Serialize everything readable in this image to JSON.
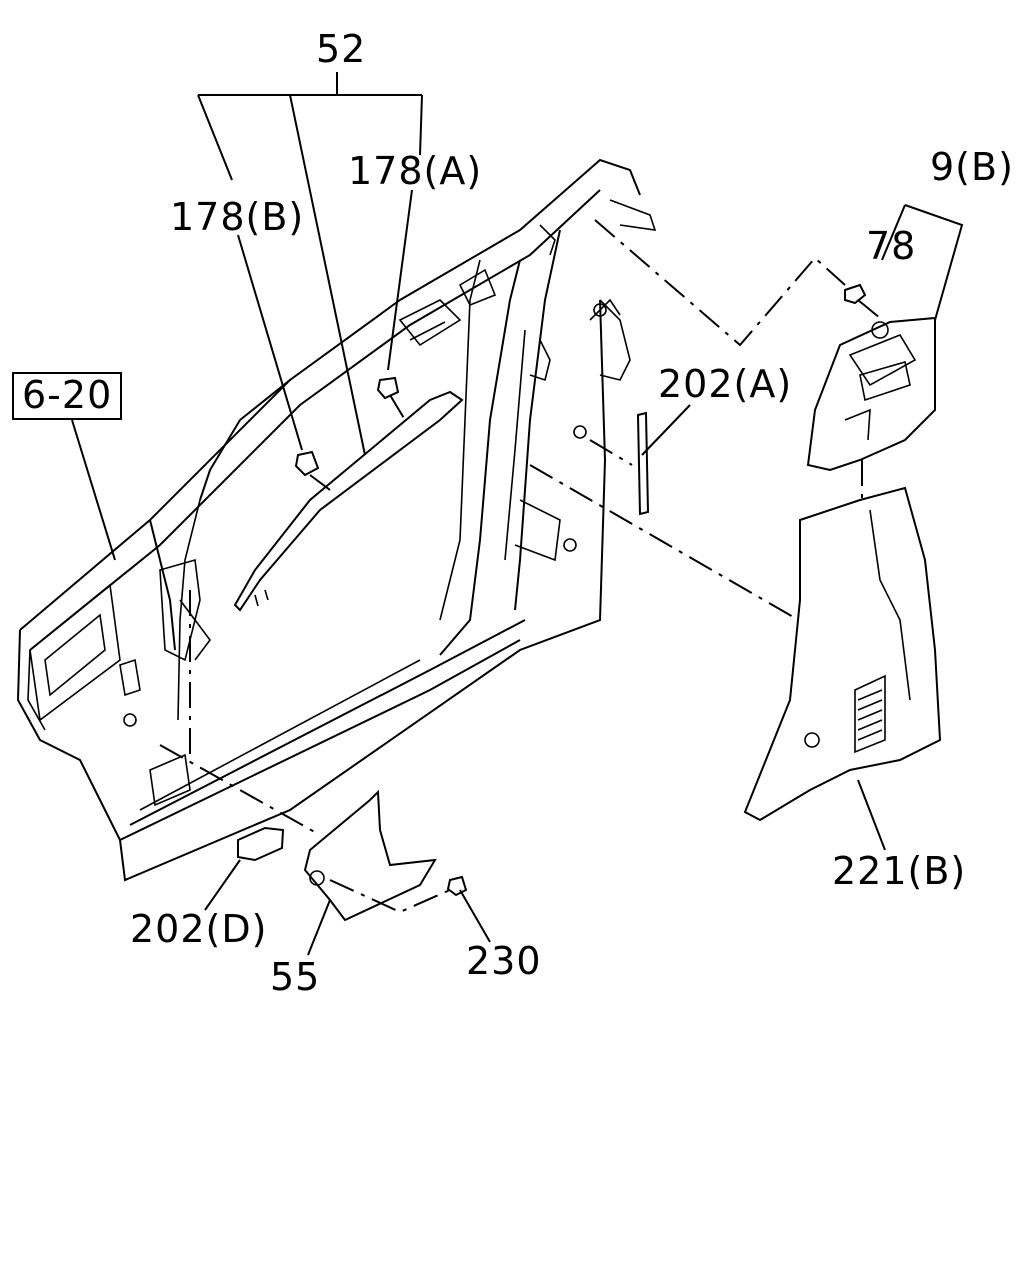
{
  "labels": {
    "p52": "52",
    "p178a": "178(A)",
    "p178b": "178(B)",
    "p9b": "9(B)",
    "p78": "78",
    "p6_20": "6-20",
    "p202a": "202(A)",
    "p202d": "202(D)",
    "p221b": "221(B)",
    "p55": "55",
    "p230": "230"
  }
}
